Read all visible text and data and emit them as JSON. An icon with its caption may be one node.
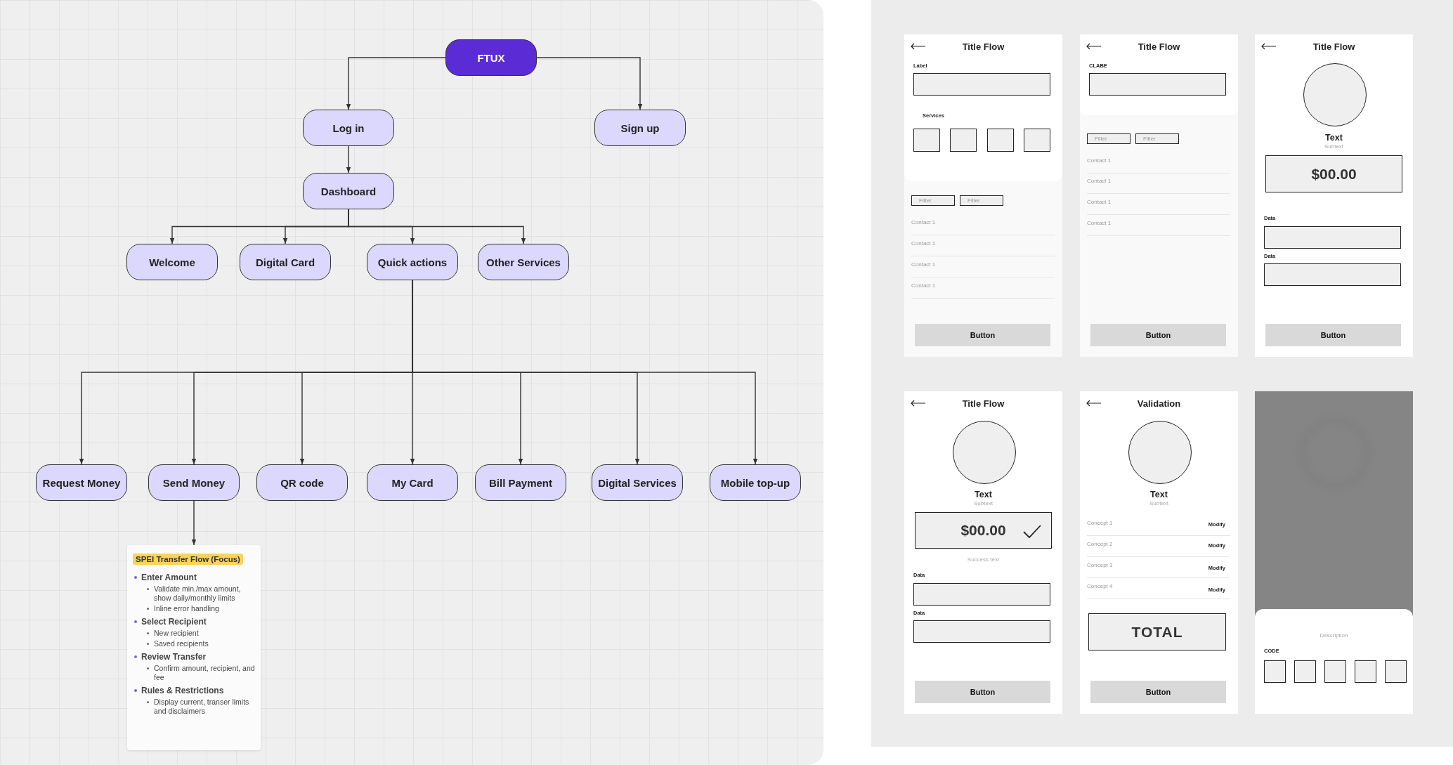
{
  "diagram": {
    "nodes": [
      {
        "text": [
          "FTUX"
        ]
      },
      {
        "text": [
          "Log in"
        ]
      },
      {
        "text": [
          "Sign up"
        ]
      },
      {
        "text": [
          "Dashboard"
        ]
      },
      {
        "text": [
          "Welcome"
        ]
      },
      {
        "text": [
          "Digital Card"
        ]
      },
      {
        "text": [
          "Quick actions"
        ]
      },
      {
        "text": [
          "Other Services"
        ]
      },
      {
        "text": [
          "Request Money"
        ]
      },
      {
        "text": [
          "Send Money"
        ]
      },
      {
        "text": [
          "QR code"
        ]
      },
      {
        "text": [
          "My Card"
        ]
      },
      {
        "text": [
          "Bill Payment"
        ]
      },
      {
        "text": [
          "Digital Services"
        ]
      },
      {
        "text": [
          "Mobile top-up"
        ]
      },
      {
        "text": [
          "SPEI Transfer Flow (Focus)",
          "Enter Amount",
          "Validate min./max amount, show daily/monthly limits",
          "Inline error handling",
          "Select Recipient",
          "New recipient",
          "Saved recipients",
          "Review Transfer",
          "Confirm amount, recipient, and fee",
          "Rules & Restrictions",
          "Display current, transer limits and disclaimers"
        ]
      },
      {
        "text": [
          "Title Flow",
          "Label",
          "Services",
          "Contact 1",
          "Contact 1",
          "Contact 1",
          "Contact 1"
        ]
      },
      {
        "text": [
          "Filter"
        ],
        "in": 16
      },
      {
        "text": [
          "Filter"
        ],
        "in": 16
      },
      {
        "text": [
          "Button"
        ],
        "in": 16
      },
      {
        "text": [
          "Title Flow",
          "CLABE",
          "Contact 1",
          "Contact 1",
          "Contact 1",
          "Contact 1"
        ]
      },
      {
        "text": [
          "Filter"
        ],
        "in": 20
      },
      {
        "text": [
          "Filter"
        ],
        "in": 20
      },
      {
        "text": [
          "Button"
        ],
        "in": 20
      },
      {
        "text": [
          "Title Flow",
          "Text",
          "Subtext",
          "Data",
          "Data"
        ]
      },
      {
        "text": [
          "$00.00"
        ],
        "in": 24
      },
      {
        "text": [
          "Button"
        ],
        "in": 24
      },
      {
        "text": [
          "Title Flow",
          "Text",
          "Subtext",
          "Success text",
          "Data",
          "Data"
        ]
      },
      {
        "text": [
          "$00.00"
        ],
        "in": 27
      },
      {
        "text": [
          "Button"
        ],
        "in": 27
      },
      {
        "text": [
          "Validation",
          "Text",
          "Subtext",
          "Concept 1",
          "Modify",
          "Concept 2",
          "Modify",
          "Concept 3",
          "Modify",
          "Concept 4",
          "Modify"
        ]
      },
      {
        "text": [
          "TOTAL"
        ],
        "in": 30
      },
      {
        "text": [
          "Button"
        ],
        "in": 30
      },
      {
        "text": [
          "Description",
          "CODE"
        ]
      }
    ],
    "edges": [
      {
        "from": 0,
        "to": 1,
        "arrow": "to"
      },
      {
        "from": 0,
        "to": 2,
        "arrow": "to"
      },
      {
        "from": 1,
        "to": 3,
        "arrow": "to"
      },
      {
        "from": 3,
        "to": 4,
        "arrow": "to"
      },
      {
        "from": 3,
        "to": 5,
        "arrow": "to"
      },
      {
        "from": 3,
        "to": 6,
        "arrow": "to"
      },
      {
        "from": 3,
        "to": 7,
        "arrow": "to"
      },
      {
        "from": 6,
        "to": 8,
        "arrow": "to"
      },
      {
        "from": 6,
        "to": 9,
        "arrow": "to"
      },
      {
        "from": 6,
        "to": 10,
        "arrow": "to"
      },
      {
        "from": 6,
        "to": 11,
        "arrow": "to"
      },
      {
        "from": 6,
        "to": 12,
        "arrow": "to"
      },
      {
        "from": 6,
        "to": 13,
        "arrow": "to"
      },
      {
        "from": 6,
        "to": 14,
        "arrow": "to"
      },
      {
        "from": 9,
        "to": 15,
        "arrow": "to"
      }
    ]
  }
}
